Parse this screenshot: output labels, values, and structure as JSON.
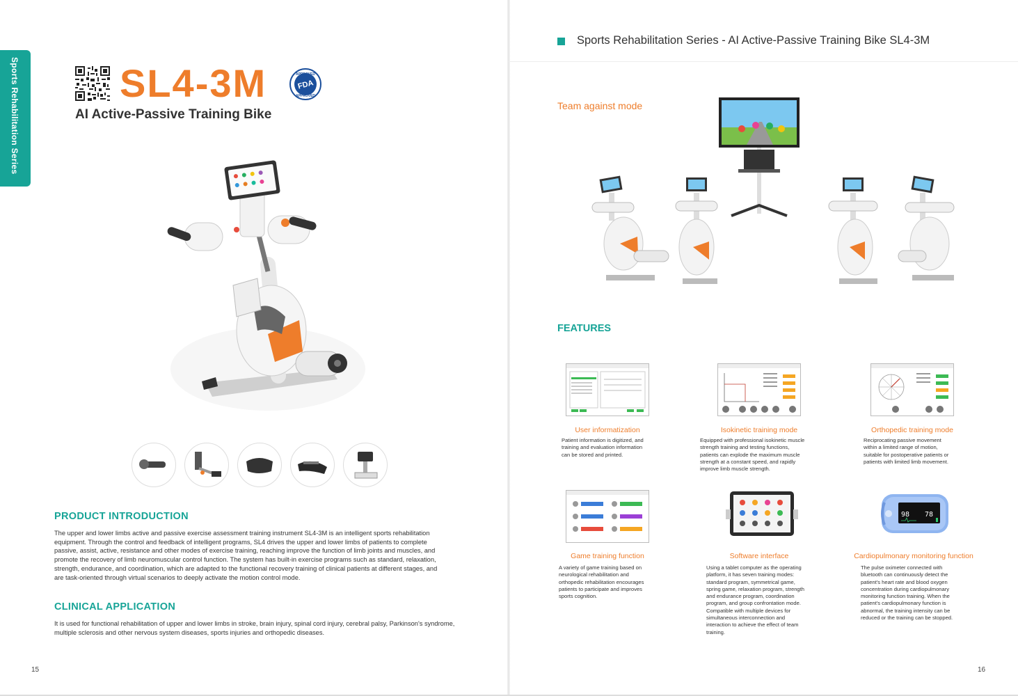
{
  "side_tab": "Sports Rehabilitation Series",
  "left": {
    "model": "SL4-3M",
    "fda_badge": {
      "top": "APPROVED",
      "middle": "FDA",
      "bottom": "APPROVED"
    },
    "subtitle": "AI Active-Passive Training Bike",
    "product_intro": {
      "title": "PRODUCT INTRODUCTION",
      "lines": [
        "The upper and lower limbs active and passive exercise assessment training instrument SL4-3M is an intelligent sports rehabilitation",
        "equipment. Through the control and feedback of intelligent programs, SL4 drives the upper and lower limbs of patients to complete",
        "passive, assist, active, resistance and other modes of exercise training, reaching improve the function of limb joints and muscles, and",
        "promote the recovery of limb neuromuscular control function. The system has built-in exercise programs such as standard, relaxation,",
        "strength, endurance, and coordination, which are adapted to the functional recovery training of clinical patients at different stages, and",
        "are task-oriented through virtual scenarios to deeply activate the motion control mode."
      ]
    },
    "clinical": {
      "title": "CLINICAL APPLICATION",
      "lines": [
        "It is used for functional rehabilitation of upper and lower limbs in stroke, brain injury, spinal cord injury, cerebral palsy, Parkinson's syndrome,",
        "multiple sclerosis and other nervous system diseases, sports injuries and orthopedic diseases."
      ]
    },
    "page_number": "15"
  },
  "right": {
    "header": "Sports Rehabilitation Series - AI Active-Passive Training Bike SL4-3M",
    "team_mode": "Team against mode",
    "features_title": "FEATURES",
    "features": [
      {
        "title": "User informatization",
        "lines": [
          "Patient information is digitized, and",
          "training and evaluation information",
          "can be stored and printed."
        ]
      },
      {
        "title": "Isokinetic training mode",
        "lines": [
          "Equipped with professional isokinetic muscle",
          "strength training and testing functions,",
          "patients can explode the maximum muscle",
          "strength at a constant speed, and rapidly",
          "improve limb muscle strength."
        ]
      },
      {
        "title": "Orthopedic training mode",
        "lines": [
          "Reciprocating passive movement",
          "within a limited range of motion,",
          "suitable for postoperative patients or",
          "patients with limited limb movement."
        ]
      },
      {
        "title": "Game training function",
        "lines": [
          "A variety of game training based on",
          "neurological rehabilitation and",
          "orthopedic rehabilitation encourages",
          "patients to participate and improves",
          "sports cognition."
        ]
      },
      {
        "title": "Software interface",
        "lines": [
          "Using a tablet computer as the operating",
          "platform, it has seven training modes:",
          "standard program, symmetrical game,",
          "spring game, relaxation program, strength",
          "and endurance program, coordination",
          "program, and group confrontation mode.",
          "Compatible with multiple devices for",
          "simultaneous interconnection and",
          "interaction to achieve the effect of team",
          "training."
        ]
      },
      {
        "title": "Cardiopulmonary monitoring function",
        "lines": [
          "The pulse oximeter connected with",
          "bluetooth can continuously detect the",
          "patient's heart rate and blood oxygen",
          "concentration during cardiopulmonary",
          "monitoring function training. When the",
          "patient's cardiopulmonary function is",
          "abnormal, the training intensity can be",
          "reduced or the training can be stopped."
        ]
      }
    ],
    "oximeter": {
      "spo2": "98",
      "pulse": "78"
    },
    "page_number": "16"
  },
  "colors": {
    "accent_teal": "#17a497",
    "accent_orange": "#ee7d2b"
  },
  "icons": [
    "qr-code-icon",
    "fda-approved-seal-icon"
  ]
}
